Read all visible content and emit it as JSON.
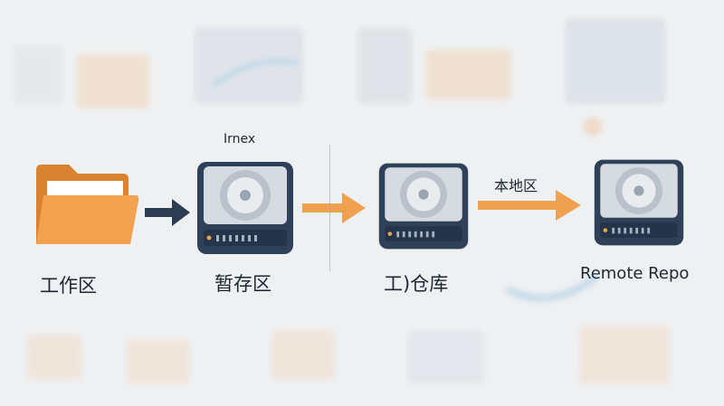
{
  "diagram": {
    "top_label": "Irnex",
    "arrow_label": "本地区",
    "nodes": [
      {
        "label": "工作区",
        "icon": "folder-icon"
      },
      {
        "label": "暂存区",
        "icon": "hard-drive-icon"
      },
      {
        "label": "工)仓库",
        "icon": "hard-drive-icon"
      },
      {
        "label": "Remote Repo",
        "icon": "hard-drive-icon"
      }
    ]
  },
  "colors": {
    "folder": "#ef9a46",
    "drive_body": "#2f4158",
    "arrow_dark": "#2c3d52",
    "arrow_orange": "#f0a14f",
    "text": "#1d2733"
  }
}
